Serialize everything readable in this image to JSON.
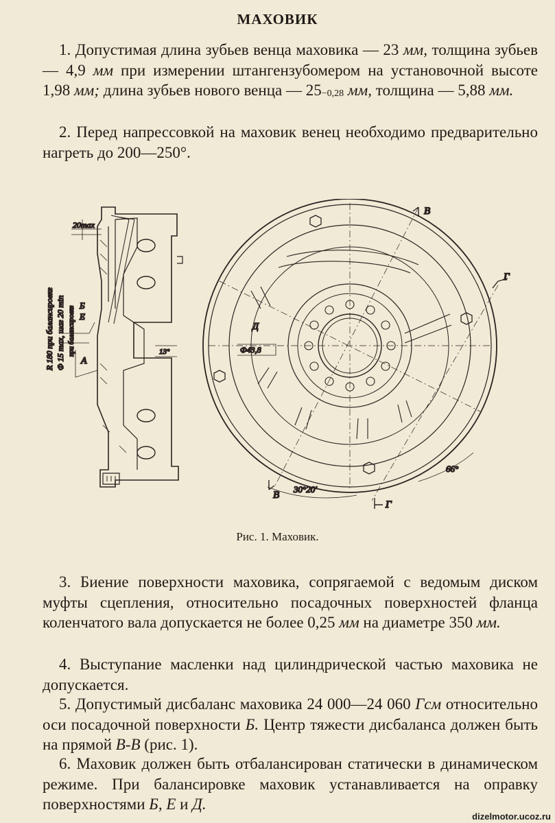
{
  "document": {
    "title": "МАХОВИК",
    "p1": {
      "a": "1. Допустимая длина зубьев венца маховика — 23 ",
      "u1": "мм,",
      "b": " толщина зубьев — 4,9 ",
      "u2": "мм",
      "c": " при измерении штангензубомером на установочной высоте 1,98 ",
      "u3": "мм;",
      "d": " длина зубьев нового венца — 25",
      "tol": "−0,28",
      "e": " ",
      "u4": "мм,",
      "f": " толщина — 5,88 ",
      "u5": "мм."
    },
    "p2": "2. Перед напрессовкой на маховик венец необходимо предварительно нагреть до 200—250°.",
    "caption": "Рис. 1. Маховик.",
    "p3": {
      "a": "3. Биение поверхности маховика, сопрягаемой с ведомым диском муфты сцепления, относительно посадочных поверхностей фланца коленчатого вала допускается не более 0,25 ",
      "u1": "мм",
      "b": " на диаметре 350 ",
      "u2": "мм."
    },
    "p4": "4. Выступание масленки над цилиндрической частью маховика не допускается.",
    "p5": {
      "a": "5. Допустимый дисбаланс маховика 24 000—24 060 ",
      "u1": "Гсм",
      "b": " относительно оси посадочной поверхности ",
      "u2": "Б.",
      "c": " Центр тяжести дисбаланса должен быть на прямой ",
      "u3": "В-В",
      "d": " (рис. 1)."
    },
    "p6": {
      "a": "6. Маховик должен быть отбалансирован статически в динамическом режиме. При балансировке маховик устанавливается на оправку поверхностями ",
      "u1": "Б, Е",
      "b": " и ",
      "u2": "Д."
    },
    "watermark": "dizelmotor.ucoz.ru"
  },
  "figure": {
    "labels": {
      "dim_20": "20max",
      "radius_note": "R 180 при балансировке",
      "hole_note": "Ф 15 max, шаг 20 min",
      "hole_note2": "при балансировке",
      "label_B": "Б",
      "label_E": "Е",
      "label_A": "А",
      "angle_13": "13°",
      "label_D": "Д",
      "dim_phi": "Ф43,8",
      "label_V_top": "В",
      "label_V_bot": "В",
      "label_G_top": "Г",
      "label_G_bot": "Г",
      "angle_3020": "30°20'",
      "angle_66": "66°"
    }
  }
}
